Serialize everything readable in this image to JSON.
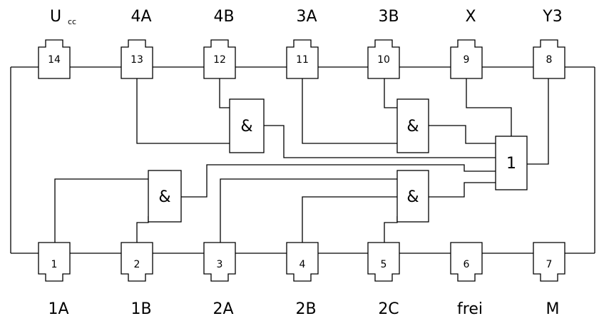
{
  "top_pins": [
    {
      "num": "14",
      "label": "U",
      "sub": "cc"
    },
    {
      "num": "13",
      "label": "4A"
    },
    {
      "num": "12",
      "label": "4B"
    },
    {
      "num": "11",
      "label": "3A"
    },
    {
      "num": "10",
      "label": "3B"
    },
    {
      "num": "9",
      "label": "X"
    },
    {
      "num": "8",
      "label": "Y3"
    }
  ],
  "bottom_pins": [
    {
      "num": "1",
      "label": "1A"
    },
    {
      "num": "2",
      "label": "1B"
    },
    {
      "num": "3",
      "label": "2A"
    },
    {
      "num": "4",
      "label": "2B"
    },
    {
      "num": "5",
      "label": "2C"
    },
    {
      "num": "6",
      "label": "frei"
    },
    {
      "num": "7",
      "label": "M"
    }
  ],
  "gates": {
    "and_4": "&",
    "and_3": "&",
    "and_1": "&",
    "and_2": "&",
    "or_out": "1"
  }
}
